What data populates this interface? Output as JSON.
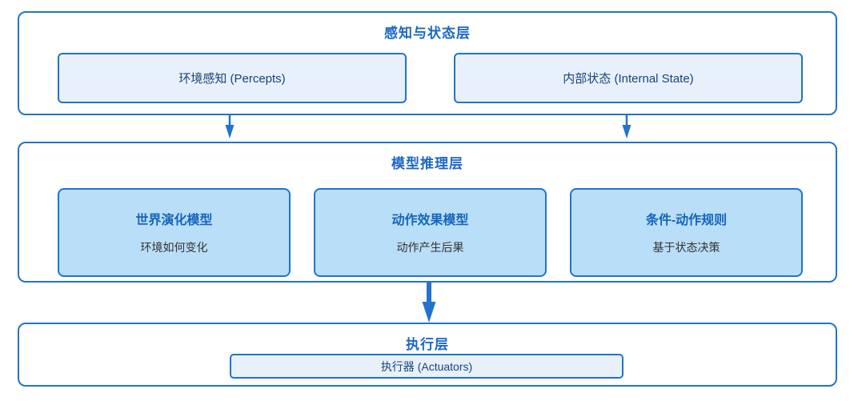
{
  "colors": {
    "accent": "#2273cc",
    "layer_title": "#1b67c9",
    "box_fill_light": "#e8f1fb",
    "box_fill_medium": "#b9def7",
    "box_text_navy": "#16427d",
    "box_title_blue": "#1565bd",
    "box_subtitle_gray": "#333333"
  },
  "layers": {
    "perception": {
      "title": "感知与状态层",
      "boxes": [
        {
          "label": "环境感知 (Percepts)"
        },
        {
          "label": "内部状态 (Internal State)"
        }
      ]
    },
    "model": {
      "title": "模型推理层",
      "boxes": [
        {
          "title": "世界演化模型",
          "subtitle": "环境如何变化"
        },
        {
          "title": "动作效果模型",
          "subtitle": "动作产生后果"
        },
        {
          "title": "条件-动作规则",
          "subtitle": "基于状态决策"
        }
      ]
    },
    "execution": {
      "title": "执行层",
      "boxes": [
        {
          "label": "执行器 (Actuators)"
        }
      ]
    }
  }
}
